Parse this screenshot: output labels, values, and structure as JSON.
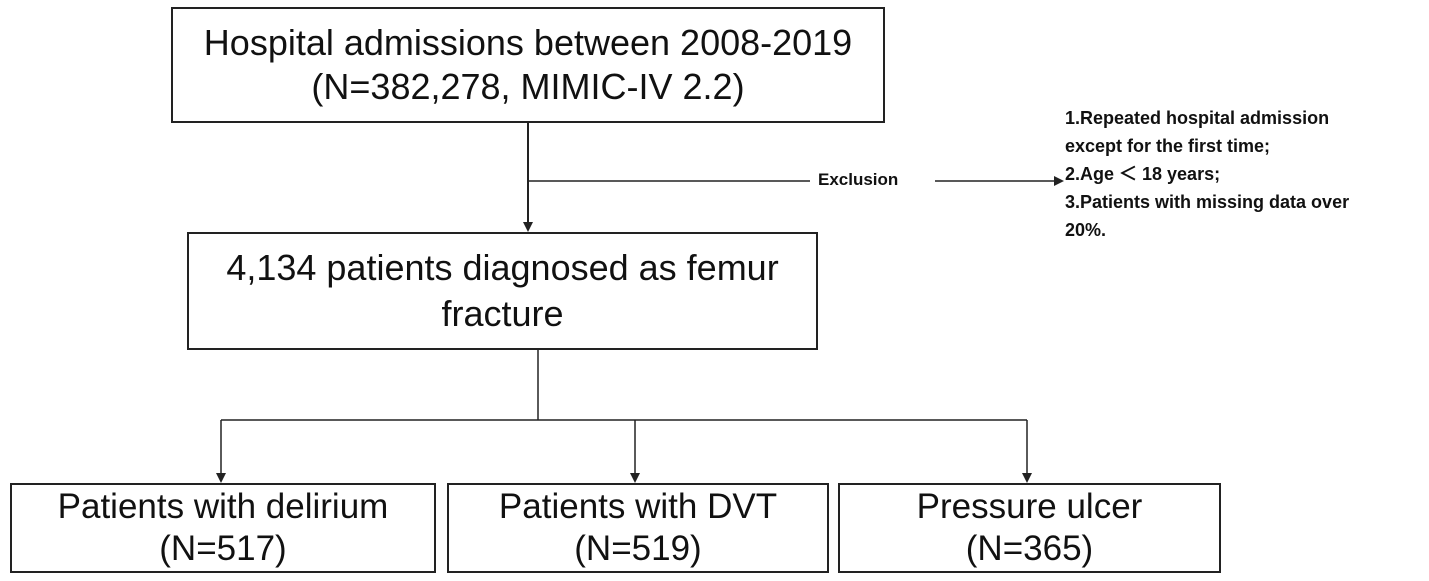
{
  "nodes": {
    "top": {
      "line1": "Hospital admissions between 2008-2019",
      "line2": "(N=382,278, MIMIC-IV 2.2)"
    },
    "middle": {
      "line1": "4,134 patients diagnosed as femur",
      "line2": "fracture"
    },
    "outcomes": [
      {
        "line1": "Patients with delirium",
        "line2": "(N=517)"
      },
      {
        "line1": "Patients with DVT",
        "line2": "(N=519)"
      },
      {
        "line1": "Pressure ulcer",
        "line2": "(N=365)"
      }
    ]
  },
  "exclusion": {
    "label": "Exclusion",
    "criteria": [
      "1.Repeated hospital admission",
      "except for the first time;",
      "2.Age ＜ 18 years;",
      "3.Patients with missing data over",
      "20%."
    ]
  }
}
